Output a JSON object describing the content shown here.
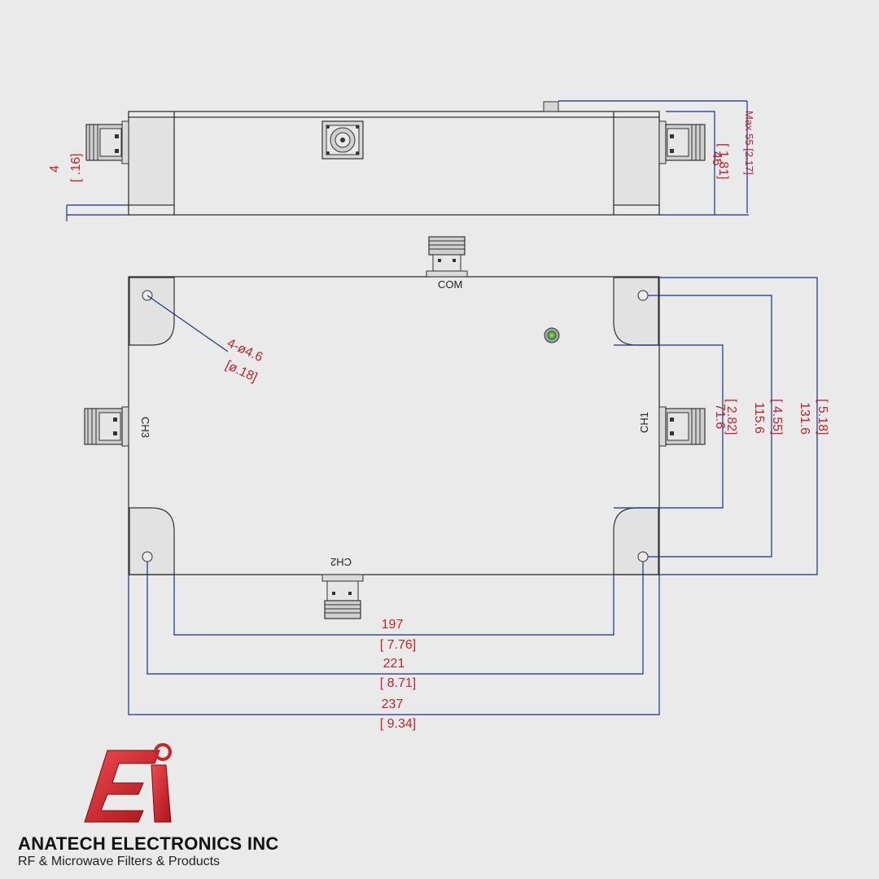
{
  "side_view": {
    "dims": {
      "height_mm": "4",
      "height_in": "[ .16]",
      "body_mm": "46",
      "body_in": "[ 1.81]",
      "max_height": "Max 55 [2.17]"
    }
  },
  "top_view": {
    "ports": {
      "com": "COM",
      "left": "CH3",
      "right": "CH1",
      "bottom": "CH2"
    },
    "holes": {
      "line1": "4-ø4.6",
      "line2": "[ø.18]"
    },
    "dims": {
      "d1_mm": "71.6",
      "d1_in": "[ 2.82]",
      "d2_mm": "115.6",
      "d2_in": "[ 4.55]",
      "d3_mm": "131.6",
      "d3_in": "[ 5.18]",
      "w1_mm": "197",
      "w1_in": "[ 7.76]",
      "w2_mm": "221",
      "w2_in": "[ 8.71]",
      "w3_mm": "237",
      "w3_in": "[ 9.34]"
    }
  },
  "brand": {
    "name": "ANATECH ELECTRONICS INC",
    "tagline": "RF & Microwave Filters & Products",
    "logo_text": "Ei",
    "logo_color": "#d9232a"
  }
}
